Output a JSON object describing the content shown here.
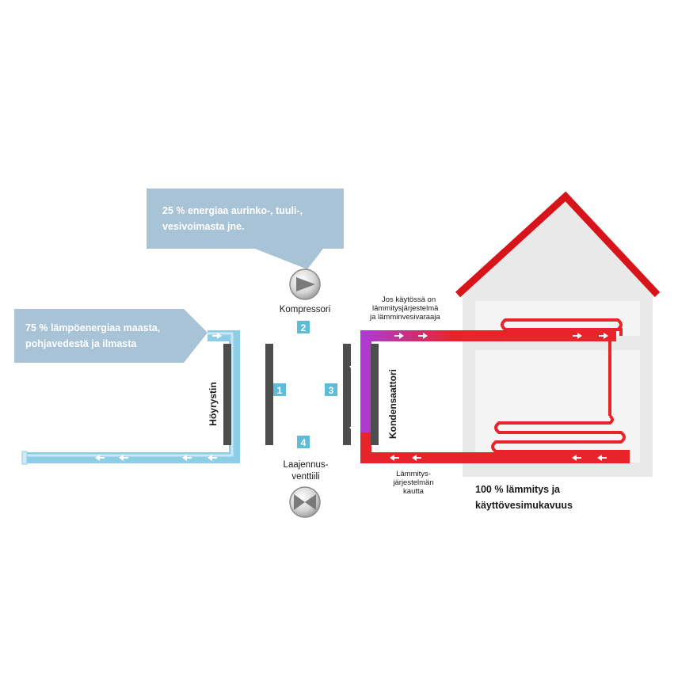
{
  "callouts": {
    "top": [
      "25 % energiaa aurinko-, tuuli-,",
      "vesivoimasta jne."
    ],
    "left": [
      "75 % lämpöenergiaa maasta,",
      "pohjavedestä ja ilmasta"
    ],
    "output": [
      "100 % lämmitys ja",
      "käyttövesimukavuus"
    ]
  },
  "components": {
    "compressor": "Kompressori",
    "evaporator": "Höyrystin",
    "condenser": "Kondensaattori",
    "expansion_valve": [
      "Laajennus-",
      "venttiili"
    ]
  },
  "notes": {
    "supply": [
      "Jos käytössä on",
      "lämmitysjärjestelmä",
      "ja lämminvesivaraaja"
    ],
    "return": [
      "Lämmitys-",
      "järjestelmän",
      "kautta"
    ]
  },
  "step_numbers": [
    "1",
    "2",
    "3",
    "4"
  ],
  "colors": {
    "cold": "#8ecde6",
    "warm_purple": "#9b2fd0",
    "hot": "#e8242b",
    "box": "#a8c3d6",
    "step_box": "#5fbcd9",
    "roof": "#d8141b",
    "house": "#e9e9ea"
  }
}
